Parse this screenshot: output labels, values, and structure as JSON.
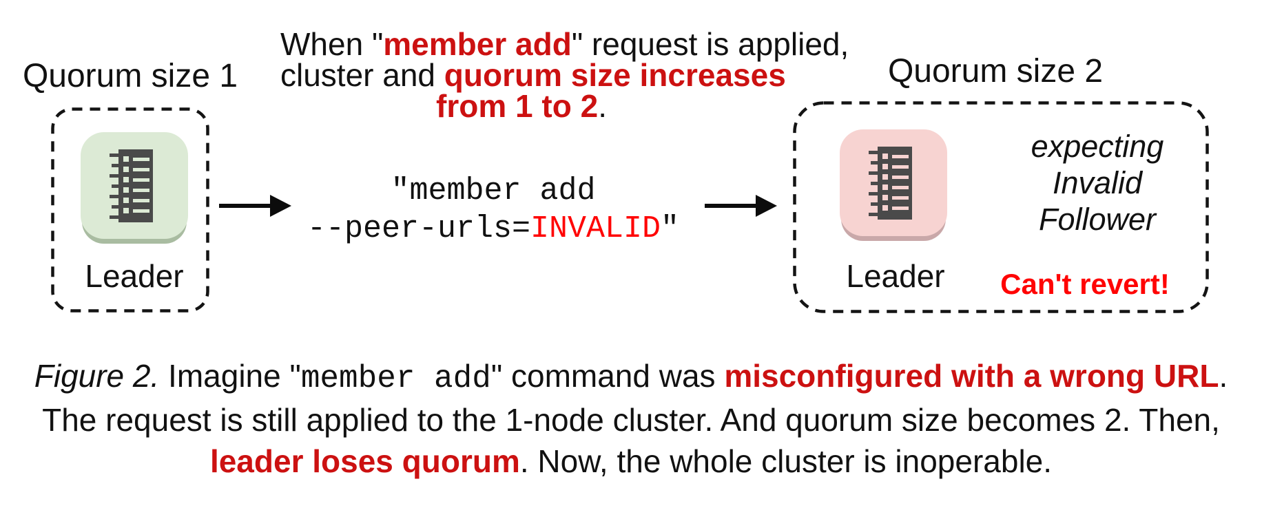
{
  "figure": {
    "left": {
      "title": "Quorum size 1",
      "node_label": "Leader"
    },
    "right": {
      "title": "Quorum size 2",
      "node_label": "Leader",
      "note_lines": [
        "expecting",
        "Invalid",
        "Follower"
      ],
      "warning": "Can't revert!"
    },
    "annotation": {
      "l1_pre": "When \"",
      "l1_em": "member add",
      "l1_post": "\" request is applied,",
      "l2_pre": "cluster and ",
      "l2_em": "quorum size increases",
      "l3_em": "from 1 to 2",
      "l3_post": "."
    },
    "command": {
      "line1": "\"member add",
      "line2_pre": "--peer-urls=",
      "line2_em": "INVALID",
      "line2_post": "\""
    }
  },
  "caption": {
    "figure_label": "Figure 2.",
    "s1": " Imagine \"",
    "code": "member add",
    "s2": "\" command was ",
    "em1": "misconfigured with a wrong URL",
    "s3": ".",
    "line2": "The request is still applied to the 1-node cluster. And quorum size becomes 2. Then,",
    "em2": "leader loses quorum",
    "s4": ". Now, the whole cluster is inoperable."
  },
  "icons": {
    "node_icon": "log-list-icon",
    "arrow_icon": "arrow-right-icon"
  },
  "colors": {
    "emphasis_red": "#cc1111",
    "bright_red": "#ff0404",
    "tile_green": "#dcead5",
    "tile_green_shadow": "#a9bca1",
    "tile_pink": "#f7d3d1",
    "tile_pink_shadow": "#c9a8a9",
    "icon_dark": "#4a4a4a",
    "text": "#111111"
  }
}
